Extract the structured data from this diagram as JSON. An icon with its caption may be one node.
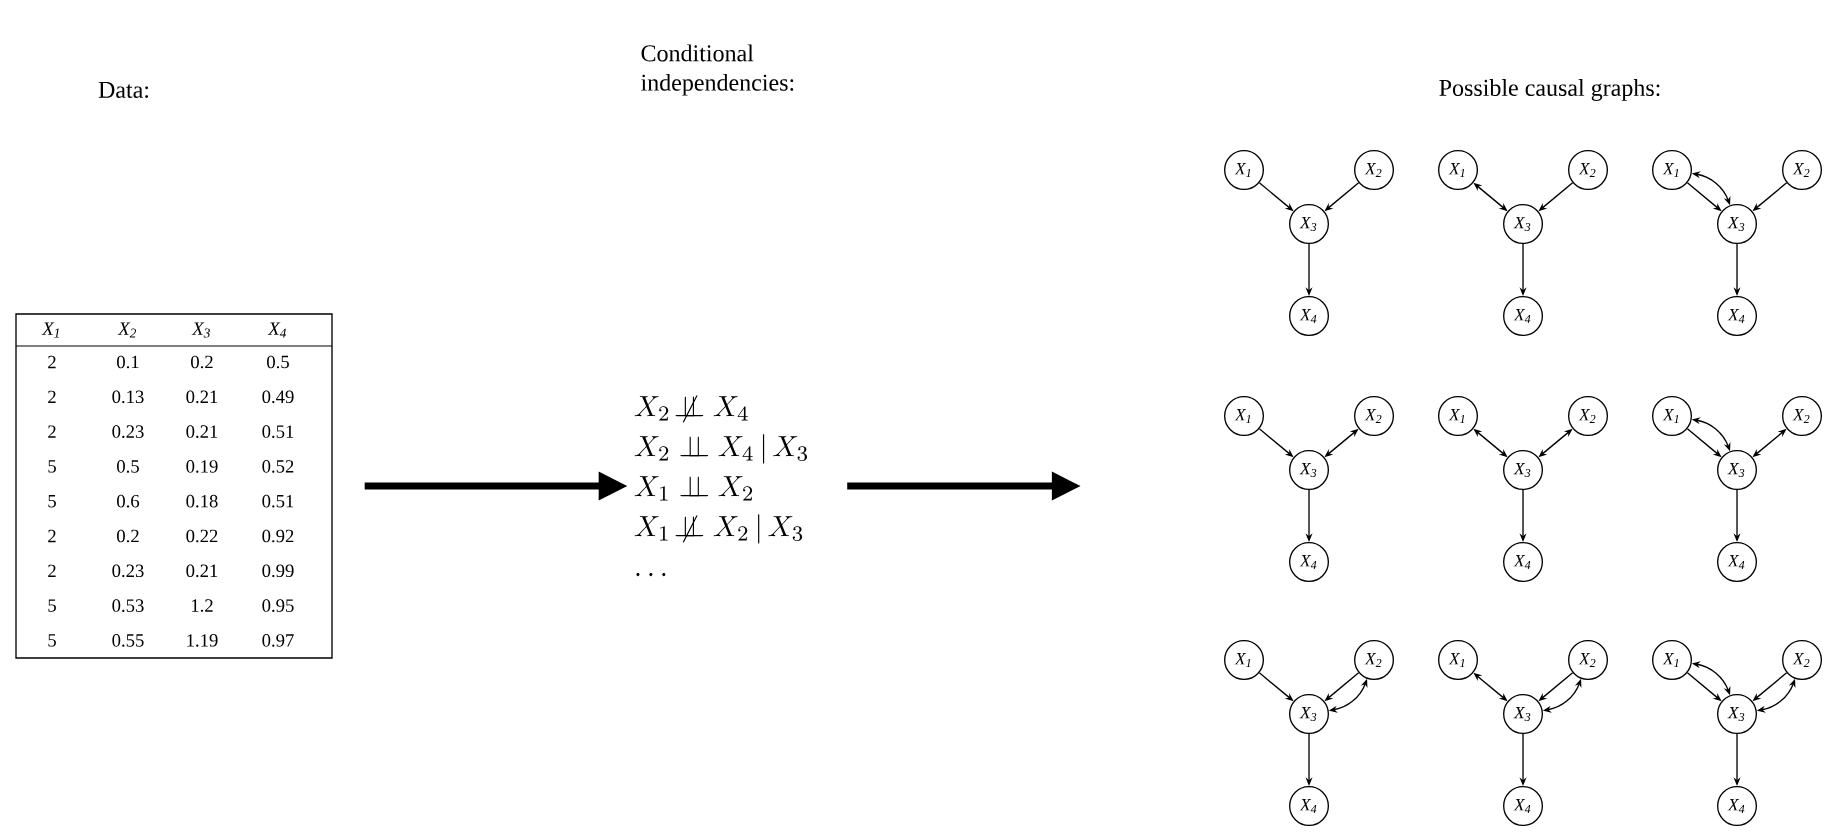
{
  "diagram": {
    "nodes": [
      {
        "text": [
          "X$_{1}$",
          "X$_{2}$",
          "X$_{3}$",
          "X$_{4}$",
          "2",
          "0.1",
          "0.2",
          "0.5",
          "2",
          "0.13",
          "0.21",
          "0.49",
          "2",
          "0.23",
          "0.21",
          "0.51",
          "5",
          "0.5",
          "0.19",
          "0.52",
          "5",
          "0.6",
          "0.18",
          "0.51",
          "2",
          "0.2",
          "0.22",
          "0.92",
          "2",
          "0.23",
          "0.21",
          "0.99",
          "5",
          "0.53",
          "1.2",
          "0.95",
          "5",
          "0.55",
          "1.19",
          "0.97"
        ]
      },
      {
        "text": [
          "X_2 \\not\\!\\perp\\!\\!\\!\\perp X_4",
          "X_2 \\perp\\!\\!\\!\\perp X_4 \\,|\\, X_3",
          "X_1 \\perp\\!\\!\\!\\perp X_2",
          "X_1 \\not\\!\\perp\\!\\!\\!\\perp X_2 \\,|\\, X_3",
          "\\dots"
        ]
      },
      {
        "text": [
          "X$_{1}$"
        ]
      },
      {
        "text": [
          "X$_{2}$"
        ]
      },
      {
        "text": [
          "X$_{3}$"
        ]
      },
      {
        "text": [
          "X$_{4}$"
        ]
      },
      {
        "text": [
          "X$_{1}$"
        ]
      },
      {
        "text": [
          "X$_{2}$"
        ]
      },
      {
        "text": [
          "X$_{3}$"
        ]
      },
      {
        "text": [
          "X$_{4}$"
        ]
      },
      {
        "text": [
          "X$_{1}$"
        ]
      },
      {
        "text": [
          "X$_{2}$"
        ]
      },
      {
        "text": [
          "X$_{3}$"
        ]
      },
      {
        "text": [
          "X$_{4}$"
        ]
      },
      {
        "text": [
          "X$_{1}$"
        ]
      },
      {
        "text": [
          "X$_{2}$"
        ]
      },
      {
        "text": [
          "X$_{3}$"
        ]
      },
      {
        "text": [
          "X$_{4}$"
        ]
      },
      {
        "text": [
          "X$_{1}$"
        ]
      },
      {
        "text": [
          "X$_{2}$"
        ]
      },
      {
        "text": [
          "X$_{3}$"
        ]
      },
      {
        "text": [
          "X$_{4}$"
        ]
      },
      {
        "text": [
          "X$_{1}$"
        ]
      },
      {
        "text": [
          "X$_{2}$"
        ]
      },
      {
        "text": [
          "X$_{3}$"
        ]
      },
      {
        "text": [
          "X$_{4}$"
        ]
      },
      {
        "text": [
          "X$_{1}$"
        ]
      },
      {
        "text": [
          "X$_{2}$"
        ]
      },
      {
        "text": [
          "X$_{3}$"
        ]
      },
      {
        "text": [
          "X$_{4}$"
        ]
      },
      {
        "text": [
          "X$_{1}$"
        ]
      },
      {
        "text": [
          "X$_{2}$"
        ]
      },
      {
        "text": [
          "X$_{3}$"
        ]
      },
      {
        "text": [
          "X$_{4}$"
        ]
      },
      {
        "text": [
          "X$_{1}$"
        ]
      },
      {
        "text": [
          "X$_{2}$"
        ]
      },
      {
        "text": [
          "X$_{3}$"
        ]
      },
      {
        "text": [
          "X$_{4}$"
        ]
      }
    ],
    "edges": [
      {
        "from": 0,
        "to": 1,
        "arrow": "to",
        "style": "thick"
      },
      {
        "from": 1,
        "to": null,
        "arrow": "to",
        "style": "thick"
      },
      {
        "from": 2,
        "to": 4,
        "arrow": "to"
      },
      {
        "from": 3,
        "to": 4,
        "arrow": "to"
      },
      {
        "from": 4,
        "to": 5,
        "arrow": "to"
      },
      {
        "from": 6,
        "to": 8,
        "arrow": "both"
      },
      {
        "from": 7,
        "to": 8,
        "arrow": "to"
      },
      {
        "from": 8,
        "to": 9,
        "arrow": "to"
      },
      {
        "from": 10,
        "to": 12,
        "arrow": "to"
      },
      {
        "from": 10,
        "to": 12,
        "arrow": "both"
      },
      {
        "from": 11,
        "to": 12,
        "arrow": "to"
      },
      {
        "from": 12,
        "to": 13,
        "arrow": "to"
      },
      {
        "from": 14,
        "to": 16,
        "arrow": "to"
      },
      {
        "from": 15,
        "to": 16,
        "arrow": "both"
      },
      {
        "from": 16,
        "to": 17,
        "arrow": "to"
      },
      {
        "from": 18,
        "to": 20,
        "arrow": "both"
      },
      {
        "from": 19,
        "to": 20,
        "arrow": "both"
      },
      {
        "from": 20,
        "to": 21,
        "arrow": "to"
      },
      {
        "from": 22,
        "to": 24,
        "arrow": "to"
      },
      {
        "from": 22,
        "to": 24,
        "arrow": "both"
      },
      {
        "from": 23,
        "to": 24,
        "arrow": "both"
      },
      {
        "from": 24,
        "to": 25,
        "arrow": "to"
      },
      {
        "from": 26,
        "to": 28,
        "arrow": "to"
      },
      {
        "from": 27,
        "to": 28,
        "arrow": "to"
      },
      {
        "from": 27,
        "to": 28,
        "arrow": "both"
      },
      {
        "from": 28,
        "to": 29,
        "arrow": "to"
      },
      {
        "from": 30,
        "to": 32,
        "arrow": "both"
      },
      {
        "from": 31,
        "to": 32,
        "arrow": "to"
      },
      {
        "from": 31,
        "to": 32,
        "arrow": "both"
      },
      {
        "from": 32,
        "to": 33,
        "arrow": "to"
      },
      {
        "from": 34,
        "to": 36,
        "arrow": "to"
      },
      {
        "from": 34,
        "to": 36,
        "arrow": "both"
      },
      {
        "from": 35,
        "to": 36,
        "arrow": "to"
      },
      {
        "from": 35,
        "to": 36,
        "arrow": "both"
      },
      {
        "from": 36,
        "to": 37,
        "arrow": "to"
      }
    ],
    "labels": [
      "Data:",
      "Conditional independencies:",
      "Possible causal graphs:"
    ]
  }
}
